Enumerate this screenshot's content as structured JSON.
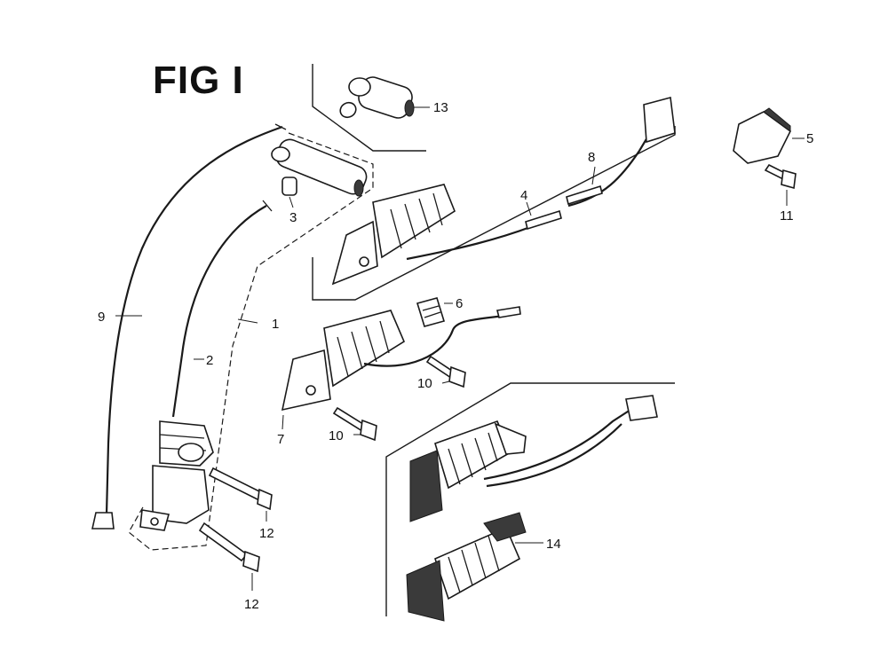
{
  "figure": {
    "title": "FIG I"
  },
  "callouts": [
    {
      "id": "c1",
      "label": "1"
    },
    {
      "id": "c2",
      "label": "2"
    },
    {
      "id": "c3",
      "label": "3"
    },
    {
      "id": "c4",
      "label": "4"
    },
    {
      "id": "c5",
      "label": "5"
    },
    {
      "id": "c6",
      "label": "6"
    },
    {
      "id": "c7",
      "label": "7"
    },
    {
      "id": "c8",
      "label": "8"
    },
    {
      "id": "c9",
      "label": "9"
    },
    {
      "id": "c10a",
      "label": "10"
    },
    {
      "id": "c10b",
      "label": "10"
    },
    {
      "id": "c11",
      "label": "11"
    },
    {
      "id": "c12a",
      "label": "12"
    },
    {
      "id": "c12b",
      "label": "12"
    },
    {
      "id": "c13",
      "label": "13"
    },
    {
      "id": "c14",
      "label": "14"
    }
  ]
}
